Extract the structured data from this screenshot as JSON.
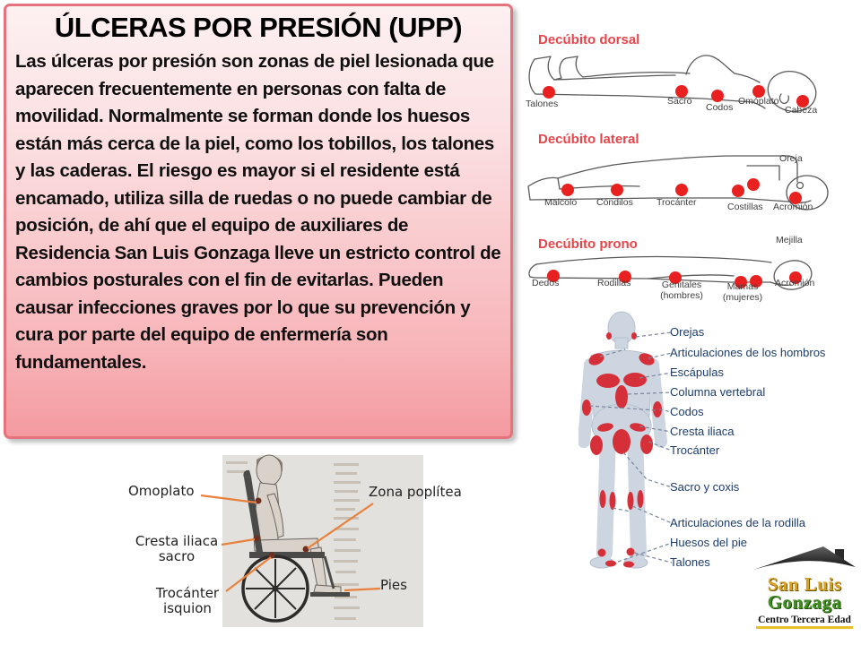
{
  "slide": {
    "title": "ÚLCERAS POR PRESIÓN (UPP)",
    "body_text": "Las úlceras por presión son zonas de piel lesionada que aparecen frecuentemente en personas con falta de movilidad. Normalmente se forman donde los huesos están más cerca de la piel, como los tobillos, los talones y las caderas. El riesgo es mayor si el residente está encamado, utiliza silla de ruedas o no puede cambiar de posición, de ahí que el equipo de auxiliares de Residencia San Luis Gonzaga lleve un estricto control de cambios posturales con el fin de evitarlas. Pueden causar infecciones graves por lo que su prevención y cura por parte del equipo de enfermería son fundamentales."
  },
  "positions": [
    {
      "title": "Decúbito dorsal",
      "labels": [
        "Talones",
        "Sacro",
        "Codos",
        "Omóplato",
        "Cabeza"
      ]
    },
    {
      "title": "Decúbito lateral",
      "labels": [
        "Malcolo",
        "Cóndilos",
        "Trocánter",
        "Costillas",
        "Acromión",
        "Oreja"
      ]
    },
    {
      "title": "Decúbito prono",
      "labels": [
        "Dedos",
        "Rodillas",
        "Genitales\n(hombres)",
        "Mamas\n(mujeres)",
        "Acromión",
        "Mejilla"
      ]
    }
  ],
  "standing_diagram": {
    "labels": [
      "Orejas",
      "Articulaciones de los hombros",
      "Escápulas",
      "Columna vertebral",
      "Codos",
      "Cresta iliaca",
      "Trocánter",
      "Sacro y coxis",
      "Articulaciones de la rodilla",
      "Huesos del pie",
      "Talones"
    ]
  },
  "wheelchair_diagram": {
    "labels": [
      "Omoplato",
      "Zona poplítea",
      "Cresta iliaca\nsacro",
      "Trocánter\nisquion",
      "Pies"
    ]
  },
  "logo": {
    "name_line1": "San Luis",
    "name_line2": "Gonzaga",
    "tagline": "Centro Tercera Edad"
  },
  "colors": {
    "box_border": "#e4737b",
    "box_fill_top": "#fdf0f1",
    "box_fill_bottom": "#f49aa0",
    "section_title_red": "#e8454b",
    "pressure_dot_red": "#e8201f",
    "body_spot_red": "#d5303a",
    "label_navy": "#1d3c6e",
    "leader_orange": "#e8813c",
    "logo_gold": "#d7a021",
    "logo_green": "#3f8f1e"
  }
}
